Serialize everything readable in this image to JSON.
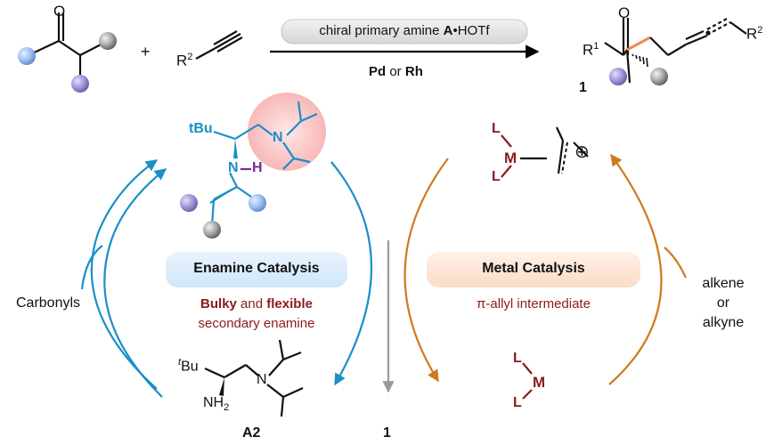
{
  "reaction": {
    "conditions_pill": {
      "prefix": "chiral primary amine ",
      "bold": "A",
      "suffix": "•HOTf"
    },
    "catalyst": {
      "pd": "Pd",
      "or": "or",
      "rh": "Rh"
    },
    "plus": "+",
    "alkyne_r": "R",
    "alkyne_sup": "2",
    "product": {
      "r1": "R",
      "r1_sup": "1",
      "r2": "R",
      "r2_sup": "2",
      "label": "1"
    }
  },
  "enamine": {
    "tbu": "tBu",
    "n_ring": "N",
    "n_h": "N",
    "h": "H"
  },
  "metal_complex": {
    "l_top": "L",
    "m": "M",
    "l_bottom": "L",
    "charge": "⊕"
  },
  "enamine_catalysis": {
    "title": "Enamine Catalysis",
    "bulky": "Bulky",
    "and": " and ",
    "flexible": "flexible",
    "secondary": "secondary enamine"
  },
  "metal_catalysis": {
    "title": "Metal Catalysis",
    "pi_allyl": "π-allyl intermediate"
  },
  "side_labels": {
    "carbonyls": "Carbonyls",
    "alkene": "alkene",
    "or": "or",
    "alkyne": "alkyne"
  },
  "a2": {
    "t": "t",
    "bu": "Bu",
    "n": "N",
    "nh": "NH",
    "nh_sub": "2",
    "label": "A2"
  },
  "center_product_label": "1",
  "metal_bottom": {
    "l_top": "L",
    "m": "M",
    "l_bottom": "L"
  },
  "colors": {
    "blue_cycle": "#1a8fc8",
    "orange_cycle": "#d07a1c",
    "enamine_text": "#1a8fc8",
    "purple_nh": "#7a2a8c",
    "dark_red": "#8b1a1a",
    "orange_bond": "#f08a50",
    "gray_arrow": "#999999"
  }
}
